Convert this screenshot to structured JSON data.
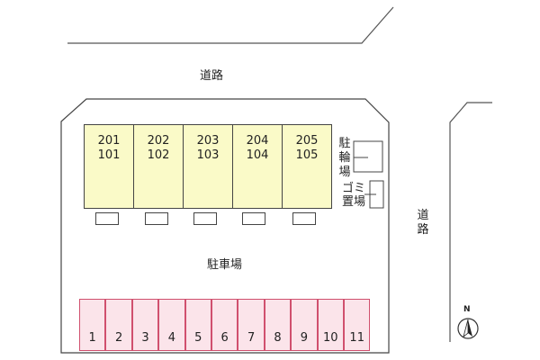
{
  "roads": {
    "top_label": "道路",
    "right_label": "道路"
  },
  "parking_label": "駐車場",
  "units": [
    {
      "upper": "201",
      "lower": "101"
    },
    {
      "upper": "202",
      "lower": "102"
    },
    {
      "upper": "203",
      "lower": "103"
    },
    {
      "upper": "204",
      "lower": "104"
    },
    {
      "upper": "205",
      "lower": "105"
    }
  ],
  "bicycle_parking": "駐輪場",
  "garbage_area": "ゴミ置場",
  "stalls": [
    "1",
    "2",
    "3",
    "4",
    "5",
    "6",
    "7",
    "8",
    "9",
    "10",
    "11"
  ],
  "compass": {
    "north_label": "N"
  },
  "colors": {
    "building_fill": "#fafac8",
    "stall_fill": "#fbe4ea",
    "stall_border": "#d0506e"
  }
}
